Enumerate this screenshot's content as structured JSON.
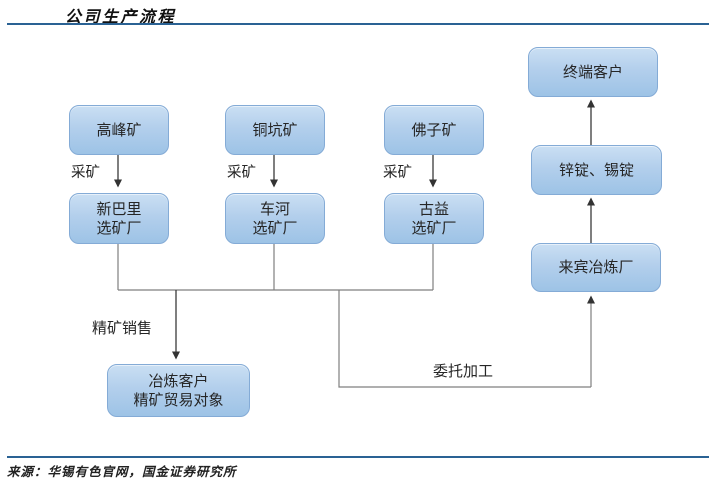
{
  "title": "公司生产流程",
  "footer": {
    "source": "来源：华锡有色官网，国金证券研究所"
  },
  "nodes": {
    "gaofeng": {
      "label": "高峰矿"
    },
    "tongkeng": {
      "label": "铜坑矿"
    },
    "fozi": {
      "label": "佛子矿"
    },
    "xinbali": {
      "line1": "新巴里",
      "line2": "选矿厂"
    },
    "chehe": {
      "line1": "车河",
      "line2": "选矿厂"
    },
    "guyi": {
      "line1": "古益",
      "line2": "选矿厂"
    },
    "terminal": {
      "label": "终端客户"
    },
    "ingots": {
      "label": "锌锭、锡锭"
    },
    "laibin": {
      "label": "来宾冶炼厂"
    },
    "smelt_customer": {
      "line1": "冶炼客户",
      "line2": "精矿贸易对象"
    }
  },
  "edge_labels": {
    "mining_gaofeng": "采矿",
    "mining_tongkeng": "采矿",
    "mining_fozi": "采矿",
    "concentrate_sales": "精矿销售",
    "commissioned_processing": "委托加工"
  },
  "colors": {
    "node_fill_top": "#cadff3",
    "node_fill_bottom": "#9dc3e6",
    "node_border": "#84abd6",
    "header_rule": "#2a6294",
    "footer_rule": "#2a6294",
    "connector_gray": "#7f7f7f",
    "arrow_dark": "#3a3a3a",
    "background": "#ffffff"
  }
}
